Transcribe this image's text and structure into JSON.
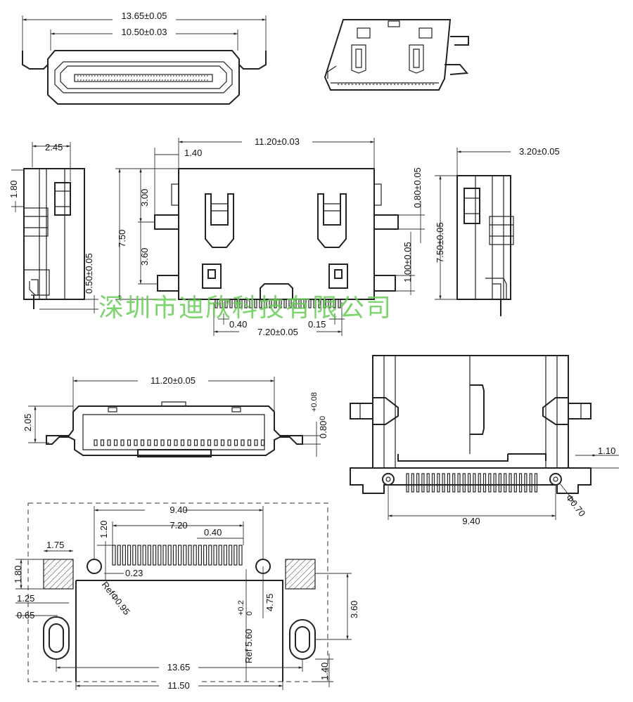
{
  "watermark": "深圳市迪欣科技有限公司",
  "front_view": {
    "d_overall": "13.65±0.05",
    "d_opening": "10.50±0.03"
  },
  "side_left": {
    "d_245": "2.45",
    "d_180": "1.80",
    "d_050": "0.50±0.05"
  },
  "top_view": {
    "d_width": "11.20±0.03",
    "d_140": "1.40",
    "d_300": "3.00",
    "d_750": "7.50",
    "d_360": "3.60",
    "d_080": "0.80±0.05",
    "d_100": "1.00±0.05",
    "d_040": "0.40",
    "d_015": "0.15",
    "d_720": "7.20±0.05"
  },
  "side_right": {
    "d_320": "3.20±0.05",
    "d_750": "7.50±0.05"
  },
  "rear_view": {
    "d_width": "11.20±0.05",
    "d_205": "2.05",
    "d_080": "0.80",
    "d_080_tol": "+0.08",
    "d_080_tol2": "0"
  },
  "bottom_view": {
    "d_110": "1.10",
    "d_940": "9.40",
    "d_phi070": "Φ0.70"
  },
  "footprint": {
    "d_940": "9.40",
    "d_720": "7.20",
    "d_040": "0.40",
    "d_120": "1.20",
    "d_175": "1.75",
    "d_180": "1.80",
    "d_023": "0.23",
    "d_125": "1.25",
    "d_065": "0.65",
    "d_ref095": "RefΦ0.95",
    "d_560": "Ref 5.60",
    "d_560_tol": "+0.2",
    "d_560_tol2": "0",
    "d_475": "4.75",
    "d_360": "3.60",
    "d_1365": "13.65",
    "d_1150": "11.50",
    "d_140": "1.40"
  }
}
